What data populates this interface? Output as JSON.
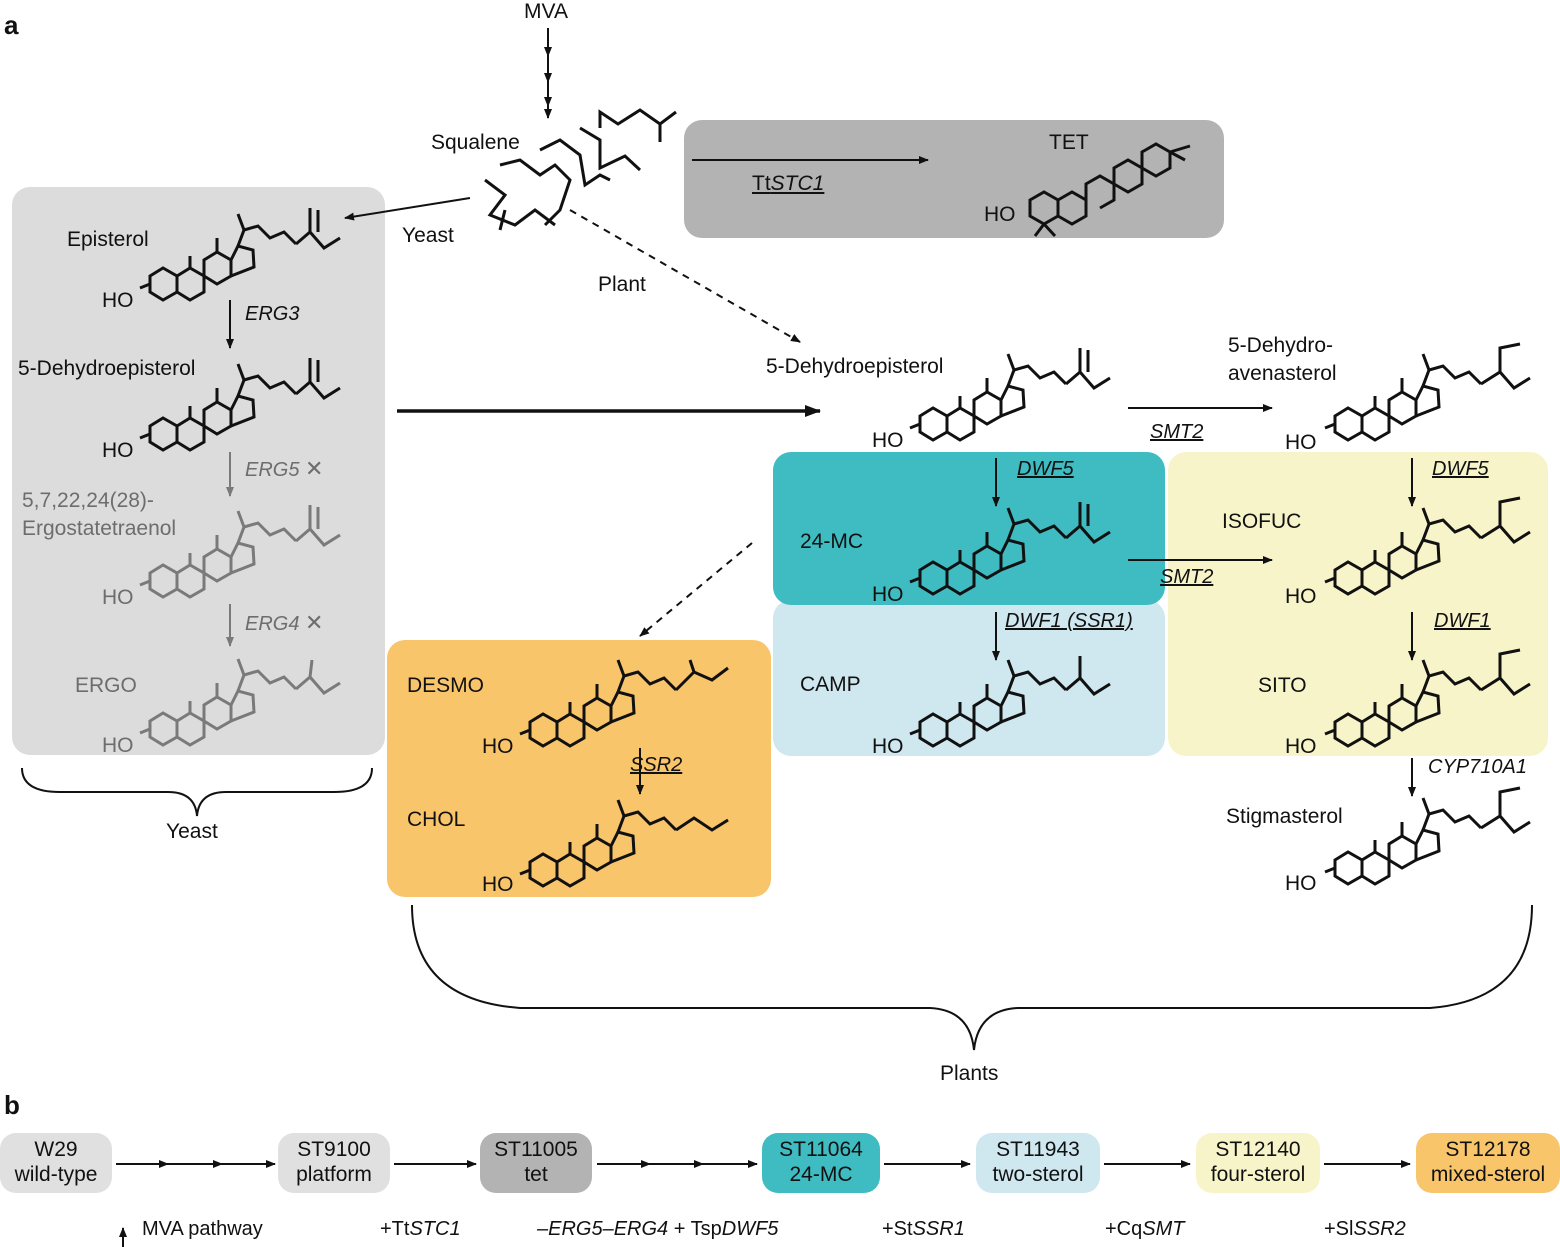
{
  "panel_a": {
    "letter": "a",
    "mva": "MVA",
    "squalene": "Squalene",
    "tet": "TET",
    "tt_stc1": {
      "prefix": "Tt",
      "gene": "STC1"
    },
    "yeast_arrow": "Yeast",
    "plant_arrow": "Plant",
    "yeast_brace": "Yeast",
    "plants_brace": "Plants",
    "yeast_box": {
      "episterol": "Episterol",
      "erg3": "ERG3",
      "dehydroepisterol": "5-Dehydroepisterol",
      "erg5": "ERG5",
      "erg5_mark": "✕",
      "ergostatetraenol_1": "5,7,22,24(28)-",
      "ergostatetraenol_2": "Ergostatetraenol",
      "erg4": "ERG4",
      "erg4_mark": "✕",
      "ergo": "ERGO"
    },
    "plant_path": {
      "dehydroepisterol": "5-Dehydroepisterol",
      "smt2_top": "SMT2",
      "dehydroavenasterol_1": "5-Dehydro-",
      "dehydroavenasterol_2": "avenasterol",
      "dwf5_a": "DWF5",
      "mc24": "24-MC",
      "smt2_mid": "SMT2",
      "dwf5_b": "DWF5",
      "isofuc": "ISOFUC",
      "dwf1_ssr1": "DWF1 (SSR1)",
      "camp": "CAMP",
      "dwf1": "DWF1",
      "sito": "SITO",
      "cyp": "CYP710A1",
      "stigmasterol": "Stigmasterol",
      "desmo": "DESMO",
      "ssr2": "SSR2",
      "chol": "CHOL"
    },
    "ho": "HO",
    "colors": {
      "yeast_box": "#dcdcdc",
      "tet_box": "#b3b3b3",
      "mc24_box": "#3fbcc1",
      "camp_box": "#cfe7ef",
      "sito_box": "#f8f4c9",
      "chol_box": "#f9c56b"
    }
  },
  "panel_b": {
    "letter": "b",
    "strains": [
      {
        "line1": "W29",
        "line2": "wild-type",
        "color": "#e0e0e0"
      },
      {
        "line1": "ST9100",
        "line2": "platform",
        "color": "#e0e0e0"
      },
      {
        "line1": "ST11005",
        "line2": "tet",
        "color": "#b3b3b3"
      },
      {
        "line1": "ST11064",
        "line2": "24-MC",
        "color": "#3fbcc1"
      },
      {
        "line1": "ST11943",
        "line2": "two-sterol",
        "color": "#cfe7ef"
      },
      {
        "line1": "ST12140",
        "line2": "four-sterol",
        "color": "#f8f4c9"
      },
      {
        "line1": "ST12178",
        "line2": "mixed-sterol",
        "color": "#f9c56b"
      }
    ],
    "mods": {
      "mva": "MVA pathway",
      "tt_prefix": "+Tt",
      "tt_gene": "STC1",
      "erg5": "–ERG5",
      "erg4": "–ERG4",
      "tsp_prefix": " + Tsp",
      "tsp_gene": "DWF5",
      "st_prefix": "+St",
      "st_gene": "SSR1",
      "cq_prefix": "+Cq",
      "cq_gene": "SMT",
      "sl_prefix": "+Sl",
      "sl_gene": "SSR2"
    }
  }
}
